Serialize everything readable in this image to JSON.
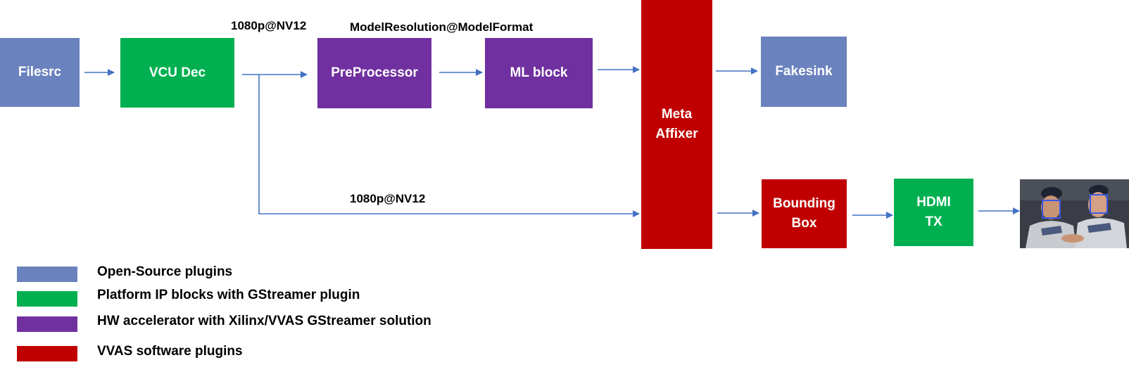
{
  "colors": {
    "open_source": "#6a82bd",
    "platform_ip": "#00b050",
    "hw_accelerator": "#7030a0",
    "vvas_software": "#c00000",
    "arrow": "#4472c4"
  },
  "blocks": {
    "filesrc": "Filesrc",
    "vcu_dec": "VCU Dec",
    "preprocessor": "PreProcessor",
    "ml_block": "ML block",
    "meta_affixer": "Meta\nAffixer",
    "fakesink": "Fakesink",
    "bounding_box": "Bounding\nBox",
    "hdmi_tx": "HDMI\nTX"
  },
  "labels": {
    "top_format": "1080p@NV12",
    "model_format": "ModelResolution@ModelFormat",
    "bottom_format": "1080p@NV12"
  },
  "legend": [
    {
      "text": "Open-Source plugins",
      "color": "#6a82bd"
    },
    {
      "text": "Platform IP blocks with GStreamer plugin",
      "color": "#00b050"
    },
    {
      "text": "HW accelerator with Xilinx/VVAS GStreamer solution",
      "color": "#7030a0"
    },
    {
      "text": "VVAS software plugins",
      "color": "#c00000"
    }
  ],
  "output_image": {
    "icon": "detected-faces-photo"
  }
}
